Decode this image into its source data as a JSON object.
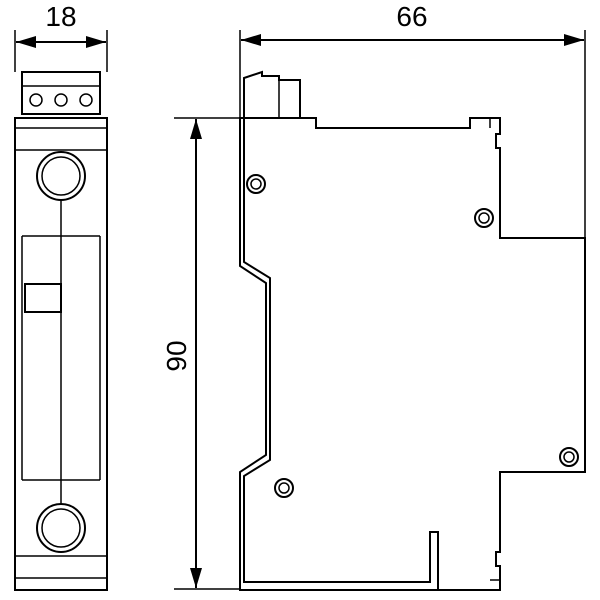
{
  "drawing": {
    "dimensions": {
      "front_width": "18",
      "side_depth": "66",
      "height": "90"
    },
    "stroke_color": "#000000",
    "background_color": "#ffffff"
  }
}
